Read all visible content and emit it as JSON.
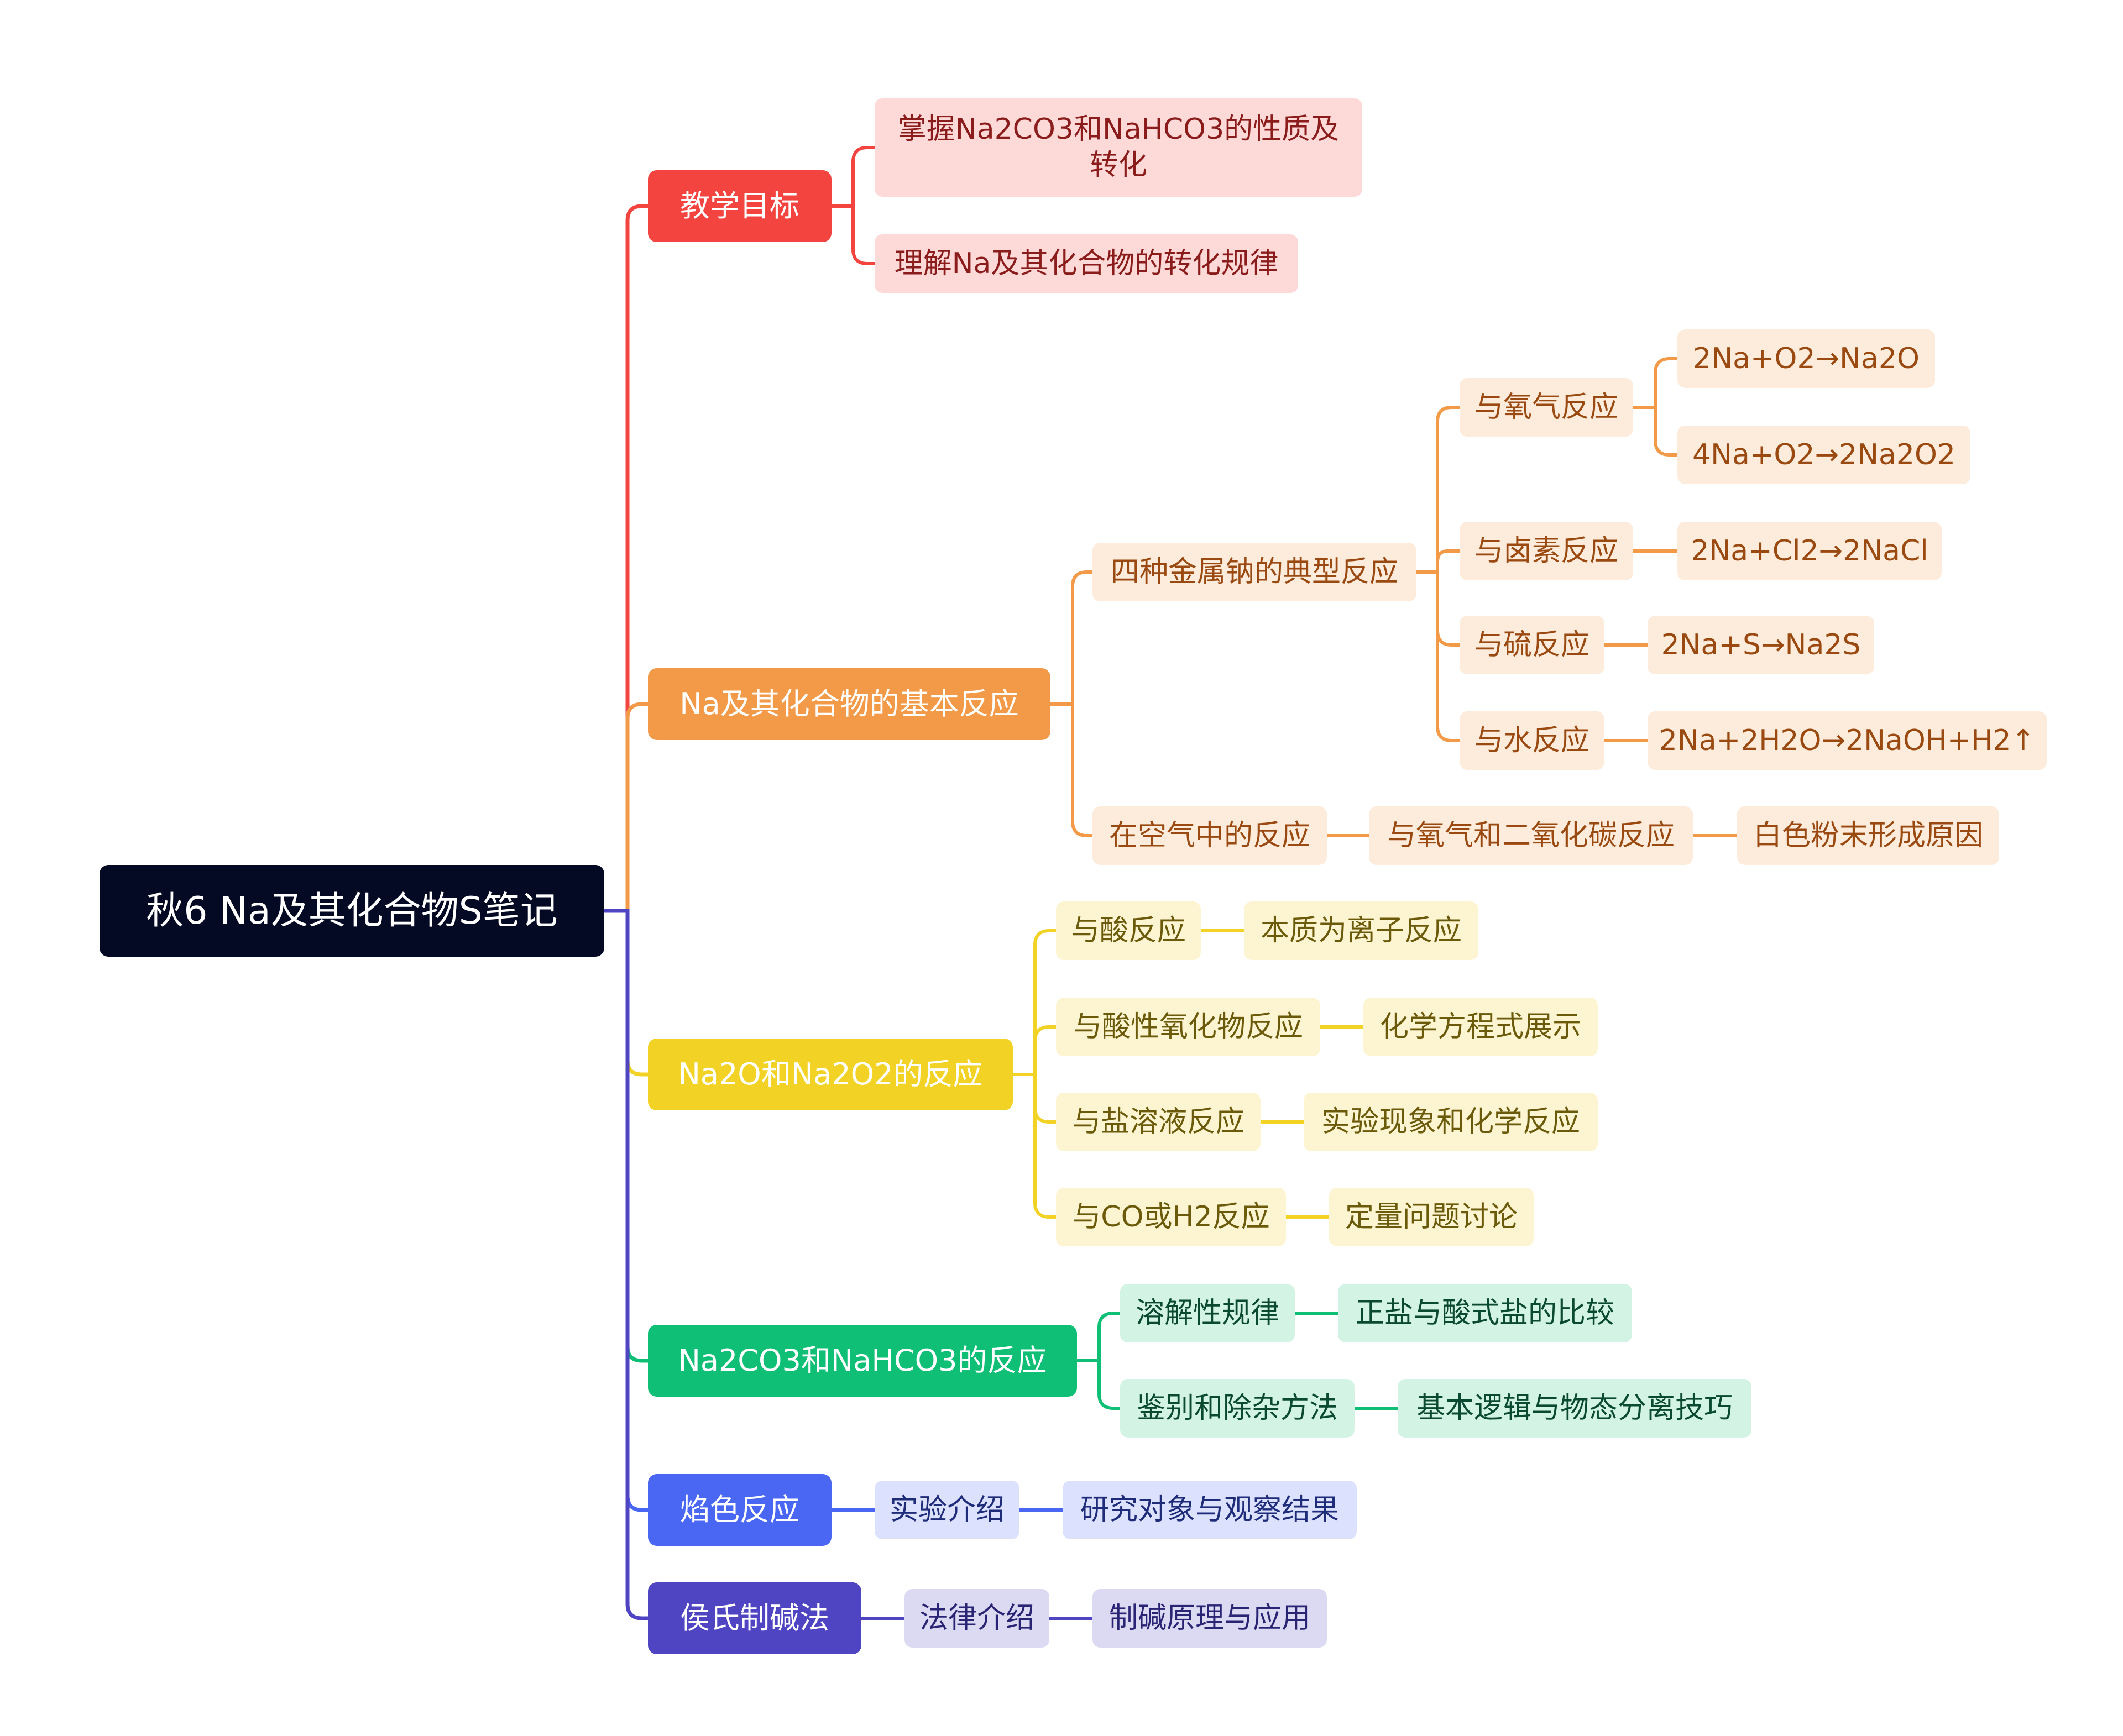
{
  "root": {
    "label": "秋6 Na及其化合物S笔记"
  },
  "colors": {
    "red": "#f34440",
    "red_light": "#fdd9d8",
    "red_text": "#8b1c1c",
    "orange": "#f39a48",
    "orange_light": "#fdebdc",
    "orange_text": "#9a4a10",
    "yellow": "#f2d325",
    "yellow_light": "#fdf5d1",
    "yellow_text": "#6b5a0a",
    "green": "#10bf76",
    "green_light": "#d3f3e5",
    "green_text": "#0b4a32",
    "blue": "#4a67f4",
    "blue_light": "#dce1fd",
    "blue_text": "#1e2c7a",
    "purple": "#4f45c2",
    "purple_light": "#dcdaf2",
    "purple_text": "#2a2475"
  },
  "branches": [
    {
      "label": "教学目标",
      "children": [
        {
          "label": "掌握Na2CO3和NaHCO3的性质及转化"
        },
        {
          "label": "理解Na及其化合物的转化规律"
        }
      ]
    },
    {
      "label": "Na及其化合物的基本反应",
      "children": [
        {
          "label": "四种金属钠的典型反应",
          "children": [
            {
              "label": "与氧气反应",
              "children": [
                {
                  "label": "2Na+O2→Na2O"
                },
                {
                  "label": "4Na+O2→2Na2O2"
                }
              ]
            },
            {
              "label": "与卤素反应",
              "children": [
                {
                  "label": "2Na+Cl2→2NaCl"
                }
              ]
            },
            {
              "label": "与硫反应",
              "children": [
                {
                  "label": "2Na+S→Na2S"
                }
              ]
            },
            {
              "label": "与水反应",
              "children": [
                {
                  "label": "2Na+2H2O→2NaOH+H2↑"
                }
              ]
            }
          ]
        },
        {
          "label": "在空气中的反应",
          "children": [
            {
              "label": "与氧气和二氧化碳反应",
              "children": [
                {
                  "label": "白色粉末形成原因"
                }
              ]
            }
          ]
        }
      ]
    },
    {
      "label": "Na2O和Na2O2的反应",
      "children": [
        {
          "label": "与酸反应",
          "children": [
            {
              "label": "本质为离子反应"
            }
          ]
        },
        {
          "label": "与酸性氧化物反应",
          "children": [
            {
              "label": "化学方程式展示"
            }
          ]
        },
        {
          "label": "与盐溶液反应",
          "children": [
            {
              "label": "实验现象和化学反应"
            }
          ]
        },
        {
          "label": "与CO或H2反应",
          "children": [
            {
              "label": "定量问题讨论"
            }
          ]
        }
      ]
    },
    {
      "label": "Na2CO3和NaHCO3的反应",
      "children": [
        {
          "label": "溶解性规律",
          "children": [
            {
              "label": "正盐与酸式盐的比较"
            }
          ]
        },
        {
          "label": "鉴别和除杂方法",
          "children": [
            {
              "label": "基本逻辑与物态分离技巧"
            }
          ]
        }
      ]
    },
    {
      "label": "焰色反应",
      "children": [
        {
          "label": "实验介绍",
          "children": [
            {
              "label": "研究对象与观察结果"
            }
          ]
        }
      ]
    },
    {
      "label": "侯氏制碱法",
      "children": [
        {
          "label": "法律介绍",
          "children": [
            {
              "label": "制碱原理与应用"
            }
          ]
        }
      ]
    }
  ]
}
